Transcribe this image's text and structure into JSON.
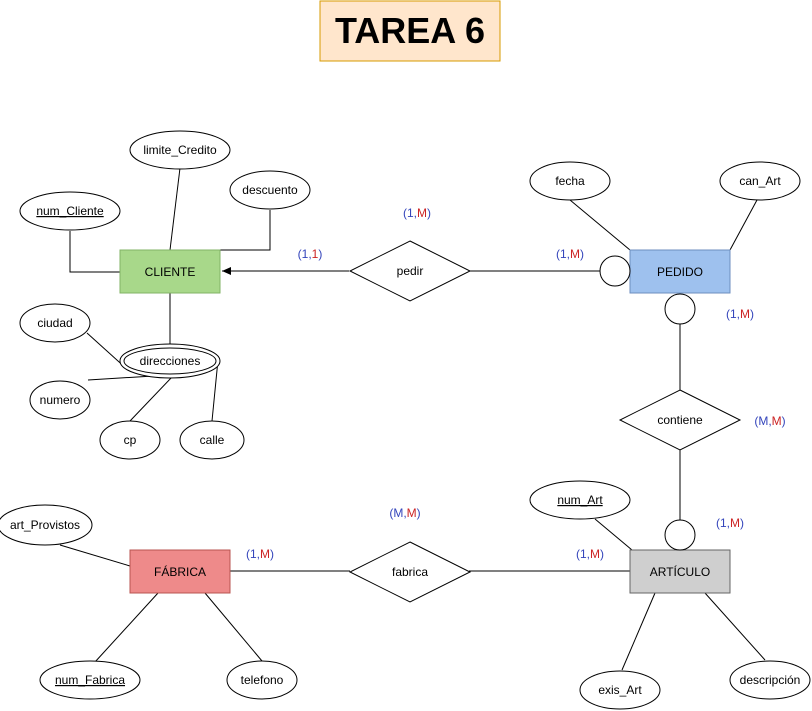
{
  "title": "TAREA 6",
  "colors": {
    "title_fill": "#ffe6cc",
    "title_stroke": "#d79b00",
    "cliente_fill": "#a8d88a",
    "cliente_stroke": "#82b366",
    "pedido_fill": "#9ec1ee",
    "pedido_stroke": "#6c8ebf",
    "fabrica_fill": "#ee8a8a",
    "fabrica_stroke": "#b85450",
    "articulo_fill": "#cfcfcf",
    "articulo_stroke": "#666666",
    "card_one": "#3344bb",
    "card_many": "#cc2222"
  },
  "entities": {
    "cliente": "CLIENTE",
    "pedido": "PEDIDO",
    "fabrica": "FÁBRICA",
    "articulo": "ARTÍCULO"
  },
  "relations": {
    "pedir": "pedir",
    "contiene": "contiene",
    "fabrica": "fabrica"
  },
  "attributes": {
    "limite_credito": "limite_Credito",
    "descuento": "descuento",
    "num_cliente": "num_Cliente",
    "ciudad": "ciudad",
    "direcciones": "direcciones",
    "numero": "numero",
    "cp": "cp",
    "calle": "calle",
    "fecha": "fecha",
    "can_art": "can_Art",
    "num_art": "num_Art",
    "exis_art": "exis_Art",
    "descripcion": "descripción",
    "art_provistos": "art_Provistos",
    "num_fabrica": "num_Fabrica",
    "telefono": "telefono"
  },
  "cardinalities": {
    "pedir_rel": {
      "open": "(",
      "a": "1",
      "comma": ",",
      "b": "M",
      "close": ")"
    },
    "pedir_cliente": {
      "open": "(",
      "a": "1",
      "comma": ",",
      "b": "1",
      "close": ")"
    },
    "pedir_pedido": {
      "open": "(",
      "a": "1",
      "comma": ",",
      "b": "M",
      "close": ")"
    },
    "pedido_contiene": {
      "open": "(",
      "a": "1",
      "comma": ",",
      "b": "M",
      "close": ")"
    },
    "contiene_rel": {
      "open": "(",
      "a": "M",
      "comma": ",",
      "b": "M",
      "close": ")"
    },
    "articulo_contiene": {
      "open": "(",
      "a": "1",
      "comma": ",",
      "b": "M",
      "close": ")"
    },
    "fabrica_rel": {
      "open": "(",
      "a": "M",
      "comma": ",",
      "b": "M",
      "close": ")"
    },
    "fabrica_entity": {
      "open": "(",
      "a": "1",
      "comma": ",",
      "b": "M",
      "close": ")"
    },
    "fabrica_articulo": {
      "open": "(",
      "a": "1",
      "comma": ",",
      "b": "M",
      "close": ")"
    }
  }
}
